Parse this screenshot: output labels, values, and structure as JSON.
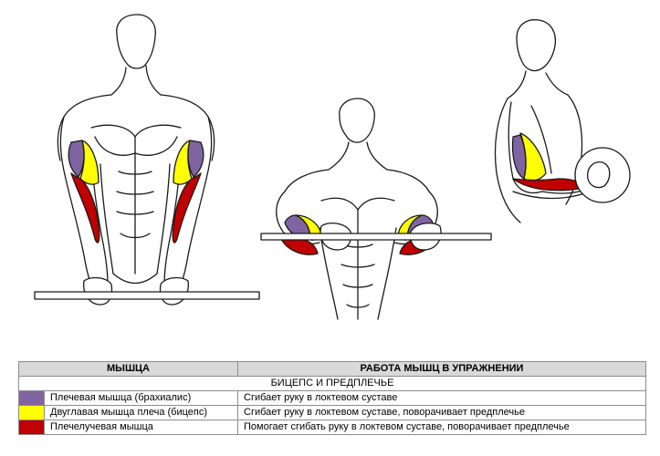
{
  "table": {
    "header_muscle": "МЫШЦА",
    "header_work": "РАБОТА МЫШЦ В УПРАЖНЕНИИ",
    "section_title": "БИЦЕПС И ПРЕДПЛЕЧЬЕ",
    "rows": [
      {
        "color": "#8064a2",
        "muscle": "Плечевая мышца (брахиалис)",
        "work": "Сгибает руку в локтевом суставе"
      },
      {
        "color": "#ffff00",
        "muscle": "Двуглавая мышца плеча (бицепс)",
        "work": "Сгибает руку в локтевом суставе, поворачивает  предплечье"
      },
      {
        "color": "#c00000",
        "muscle": "Плечелучевая мышца",
        "work": "Помогает сгибать руку в локтевом суставе, поворачивает  предплечье"
      }
    ]
  },
  "colors": {
    "brachialis": "#8064a2",
    "biceps": "#ffff00",
    "brachioradialis": "#c00000",
    "line": "#1a1a1a"
  },
  "icons": [
    "standing-front-figure",
    "curl-top-figure",
    "side-view-figure",
    "barbell",
    "weight-plate"
  ]
}
